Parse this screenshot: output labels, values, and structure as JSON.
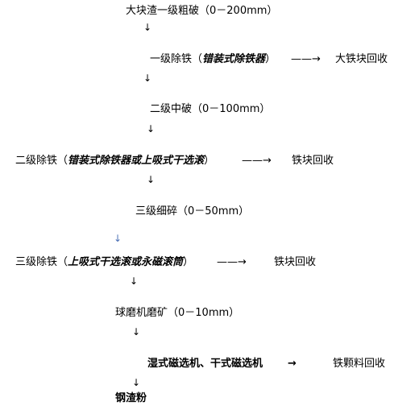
{
  "colors": {
    "text": "#000000",
    "accent_arrow": "#4a6fb5"
  },
  "steps": {
    "s1": {
      "text": "大块渣一级粗破（0－200mm）"
    },
    "s2": {
      "prefix": "一级除铁（",
      "equipment": "错装式除铁器",
      "suffix": "）",
      "arrow": "——→",
      "output": "大铁块回收"
    },
    "s3": {
      "text": "二级中破（0－100mm）"
    },
    "s4": {
      "prefix": "二级除铁（",
      "equipment": "错装式除铁器或上吸式干选滚",
      "suffix": "）",
      "arrow": "——→",
      "output": "铁块回收"
    },
    "s5": {
      "text": "三级细碎（0－50mm）"
    },
    "s6": {
      "prefix": "三级除铁（",
      "equipment": "上吸式干选滚或永磁滚筒",
      "suffix": "）",
      "arrow": "——→",
      "output": "铁块回收"
    },
    "s7": {
      "text": "球磨机磨矿（0－10mm）"
    },
    "s8": {
      "equipment": "湿式磁选机、干式磁选机",
      "arrow": "→",
      "output": "铁颗料回收"
    },
    "s9": {
      "text": "钢渣粉"
    }
  },
  "arrows": {
    "down": "↓"
  }
}
